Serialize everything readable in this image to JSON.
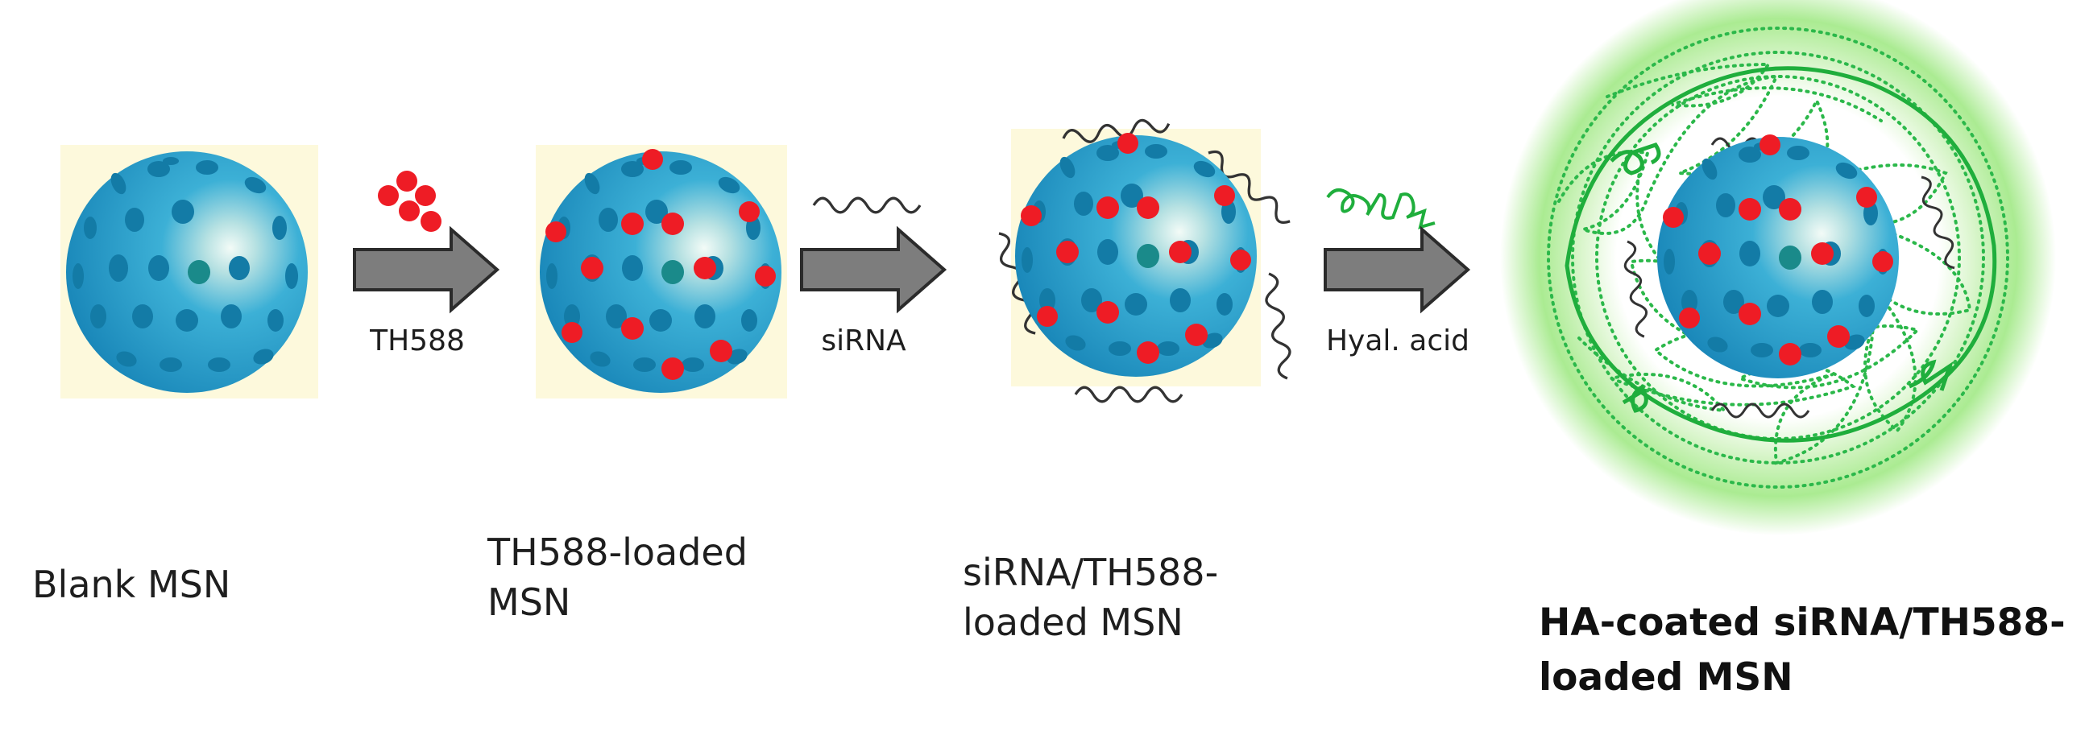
{
  "stages": [
    {
      "name": "blank-msn",
      "caption_lines": [
        "Blank MSN"
      ],
      "bold": false
    },
    {
      "name": "th588-loaded-msn",
      "caption_lines": [
        "TH588-loaded",
        "MSN"
      ],
      "bold": false
    },
    {
      "name": "sirna-th588-loaded-msn",
      "caption_lines": [
        "siRNA/TH588-",
        "loaded MSN"
      ],
      "bold": false
    },
    {
      "name": "ha-coated-sirna-th588-loaded-msn",
      "caption_lines": [
        "HA-coated siRNA/TH588-",
        "loaded MSN"
      ],
      "bold": true
    }
  ],
  "arrows": [
    {
      "label": "TH588",
      "reagent_icon": "red-drug-dots-icon"
    },
    {
      "label": "siRNA",
      "reagent_icon": "sirna-wave-icon"
    },
    {
      "label": "Hyal. acid",
      "reagent_icon": "hyaluronic-acid-strand-icon"
    }
  ],
  "colors": {
    "sphere": "#1e9ac8",
    "pore": "#137ba6",
    "drug": "#ee1c25",
    "sirna": "#333333",
    "hyaluronic_acid": "#1fae3c",
    "glow": "#8fe070",
    "tile": "#fdf9dc",
    "arrow": "#7d7d7d"
  }
}
